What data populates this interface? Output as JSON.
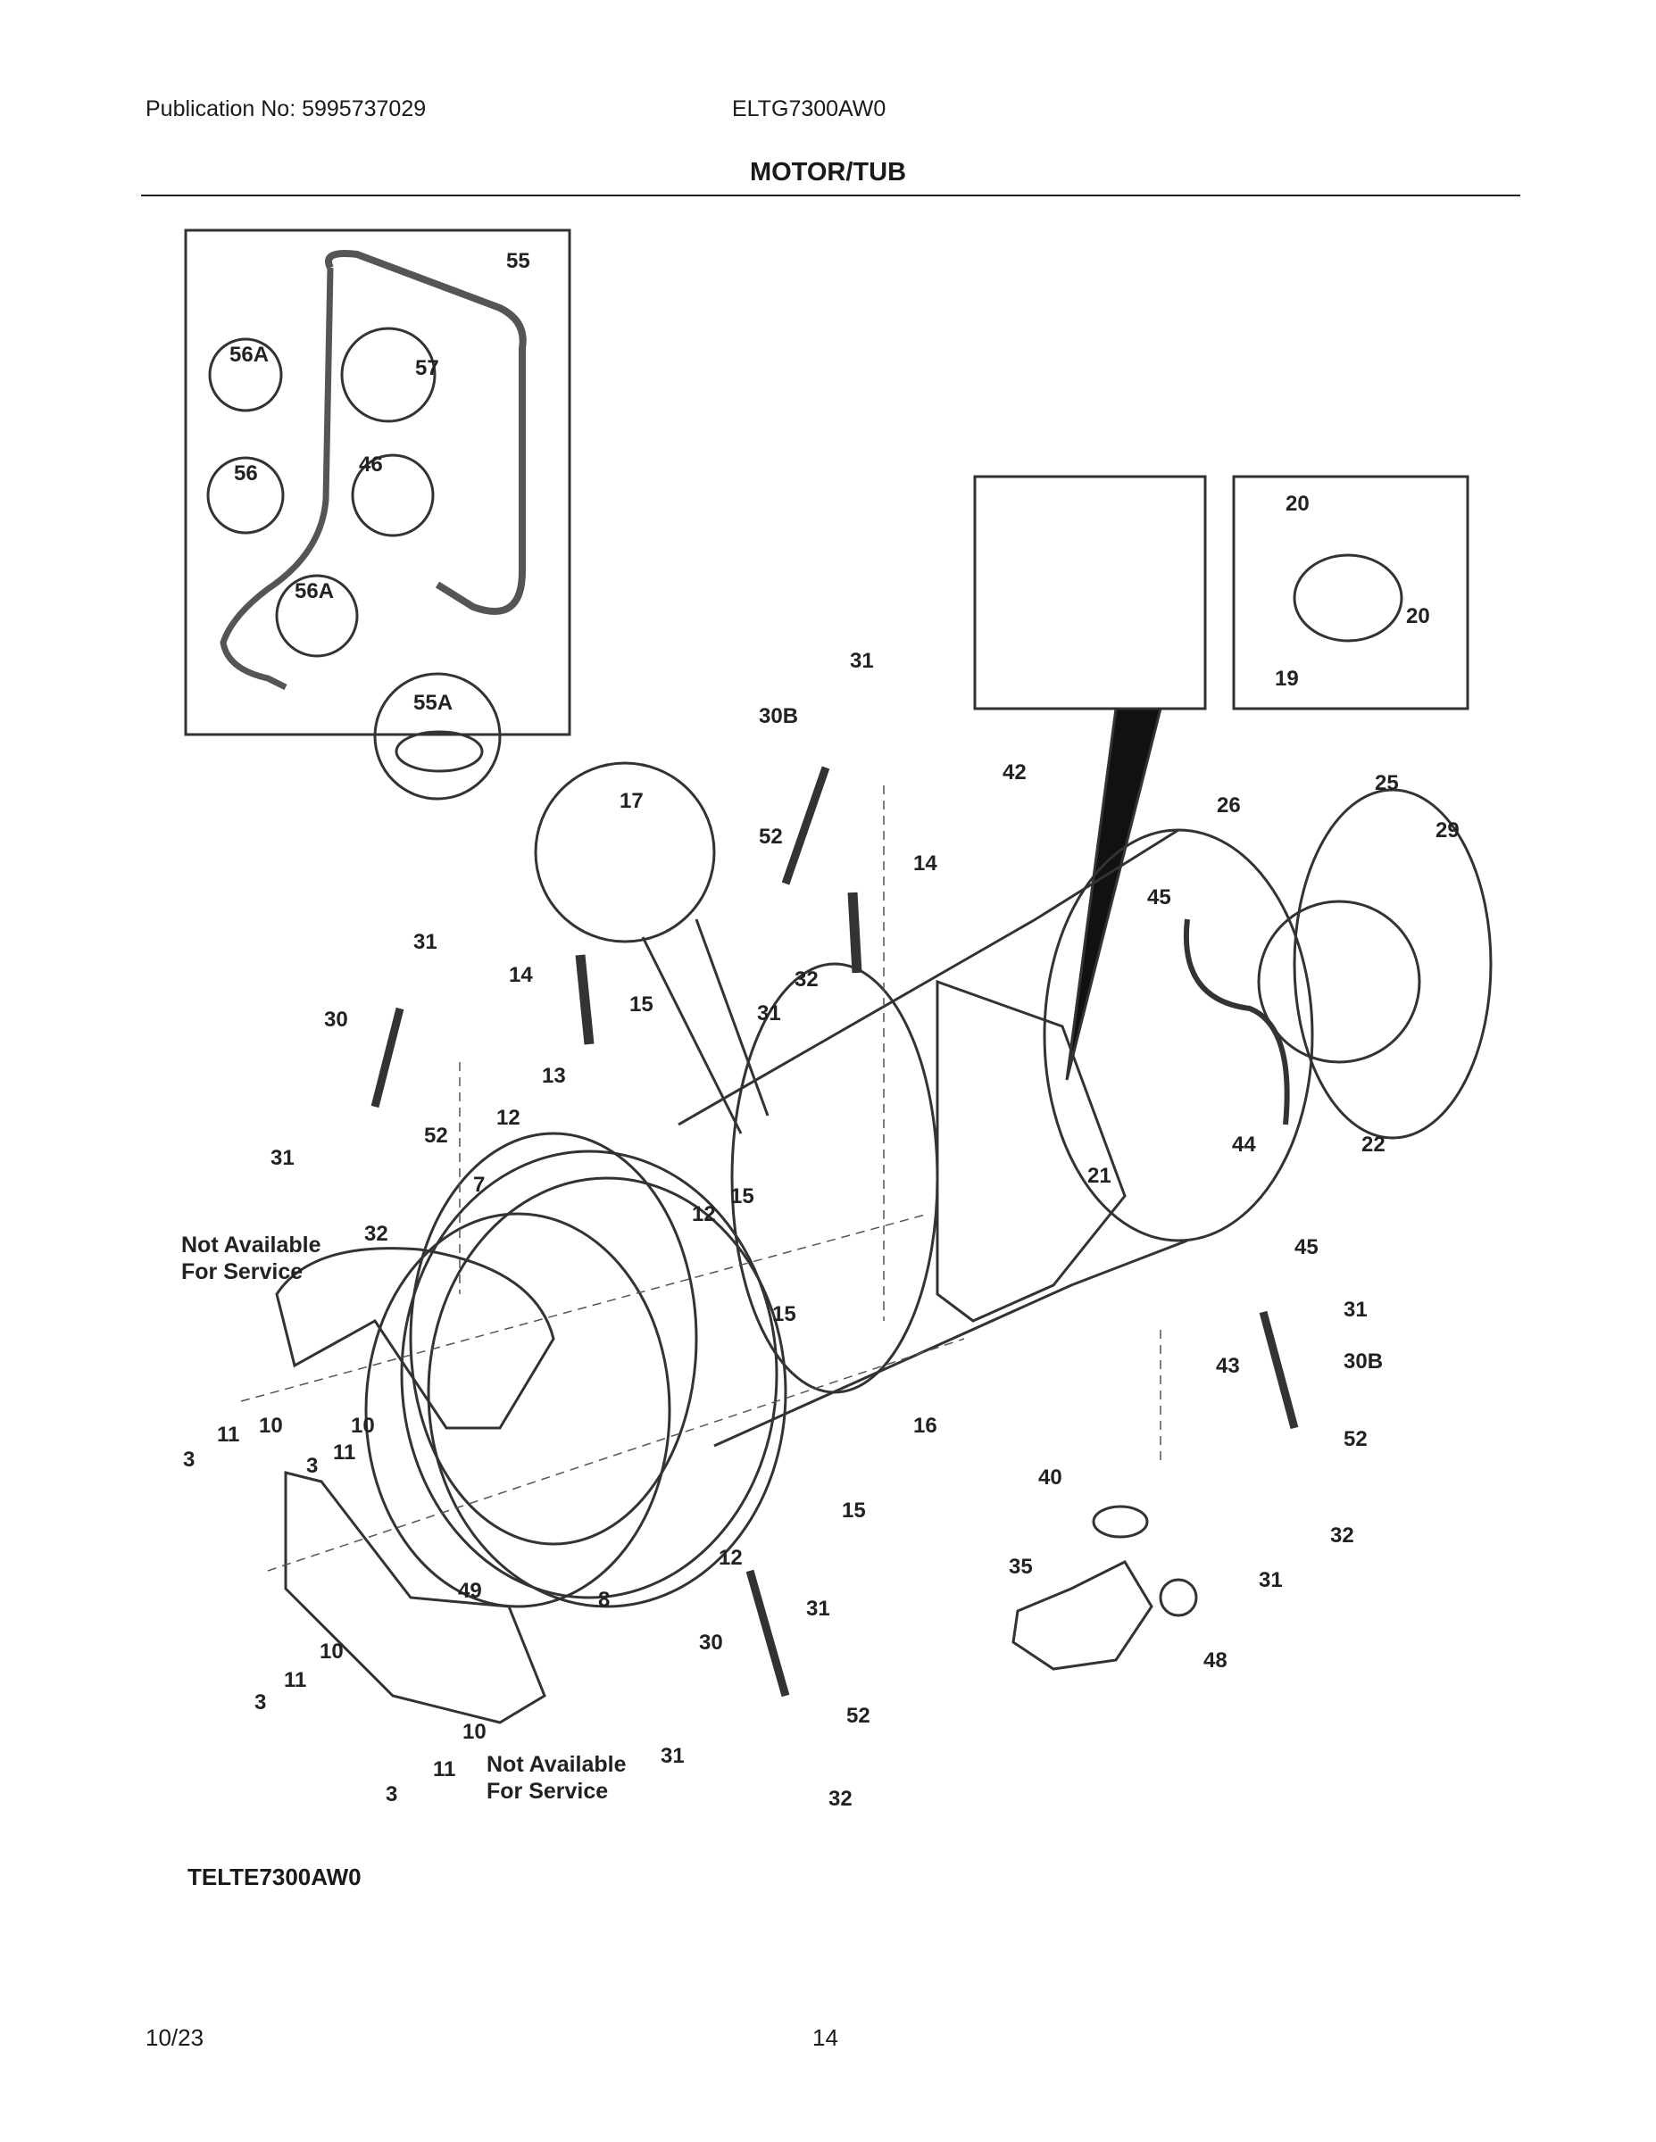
{
  "header": {
    "publication": "Publication No: 5995737029",
    "model": "ELTG7300AW0",
    "title": "MOTOR/TUB"
  },
  "diagram": {
    "callouts": {
      "c55": "55",
      "c56A_top": "56A",
      "c57": "57",
      "c56": "56",
      "c46": "46",
      "c56A_bot": "56A",
      "c55A": "55A",
      "c20_top": "20",
      "c20_right": "20",
      "c19": "19",
      "c31_a": "31",
      "c30B_a": "30B",
      "c52_a": "52",
      "c14_a": "14",
      "c31_b": "31",
      "c32_a": "32",
      "c17": "17",
      "c42": "42",
      "c26": "26",
      "c25": "25",
      "c29": "29",
      "c45_a": "45",
      "c31_c": "31",
      "c14_b": "14",
      "c15_a": "15",
      "c30_a": "30",
      "c52_b": "52",
      "c12_a": "12",
      "c13": "13",
      "c31_d": "31",
      "c7": "7",
      "c32_b": "32",
      "c12_b": "12",
      "c15_b": "15",
      "c21": "21",
      "c44": "44",
      "c22": "22",
      "c45_b": "45",
      "c31_e": "31",
      "c43": "43",
      "c30B_b": "30B",
      "c15_c": "15",
      "c52_c": "52",
      "c40": "40",
      "c3_a": "3",
      "c11_a": "11",
      "c10_a": "10",
      "c3_b": "3",
      "c10_b": "10",
      "c11_b": "11",
      "c16": "16",
      "c15_d": "15",
      "c32_c": "32",
      "c31_f": "31",
      "c12_c": "12",
      "c35": "35",
      "c49": "49",
      "c8": "8",
      "c31_g": "31",
      "c30_b": "30",
      "c48": "48",
      "c10_c": "10",
      "c11_c": "11",
      "c3_c": "3",
      "c52_d": "52",
      "c10_d": "10",
      "c3_d": "3",
      "c11_d": "11",
      "c31_h": "31",
      "c32_d": "32"
    },
    "not_available_1": [
      "Not Available",
      "For Service"
    ],
    "not_available_2": [
      "Not Available",
      "For Service"
    ]
  },
  "footer": {
    "code": "TELTE7300AW0",
    "date": "10/23",
    "page": "14"
  }
}
